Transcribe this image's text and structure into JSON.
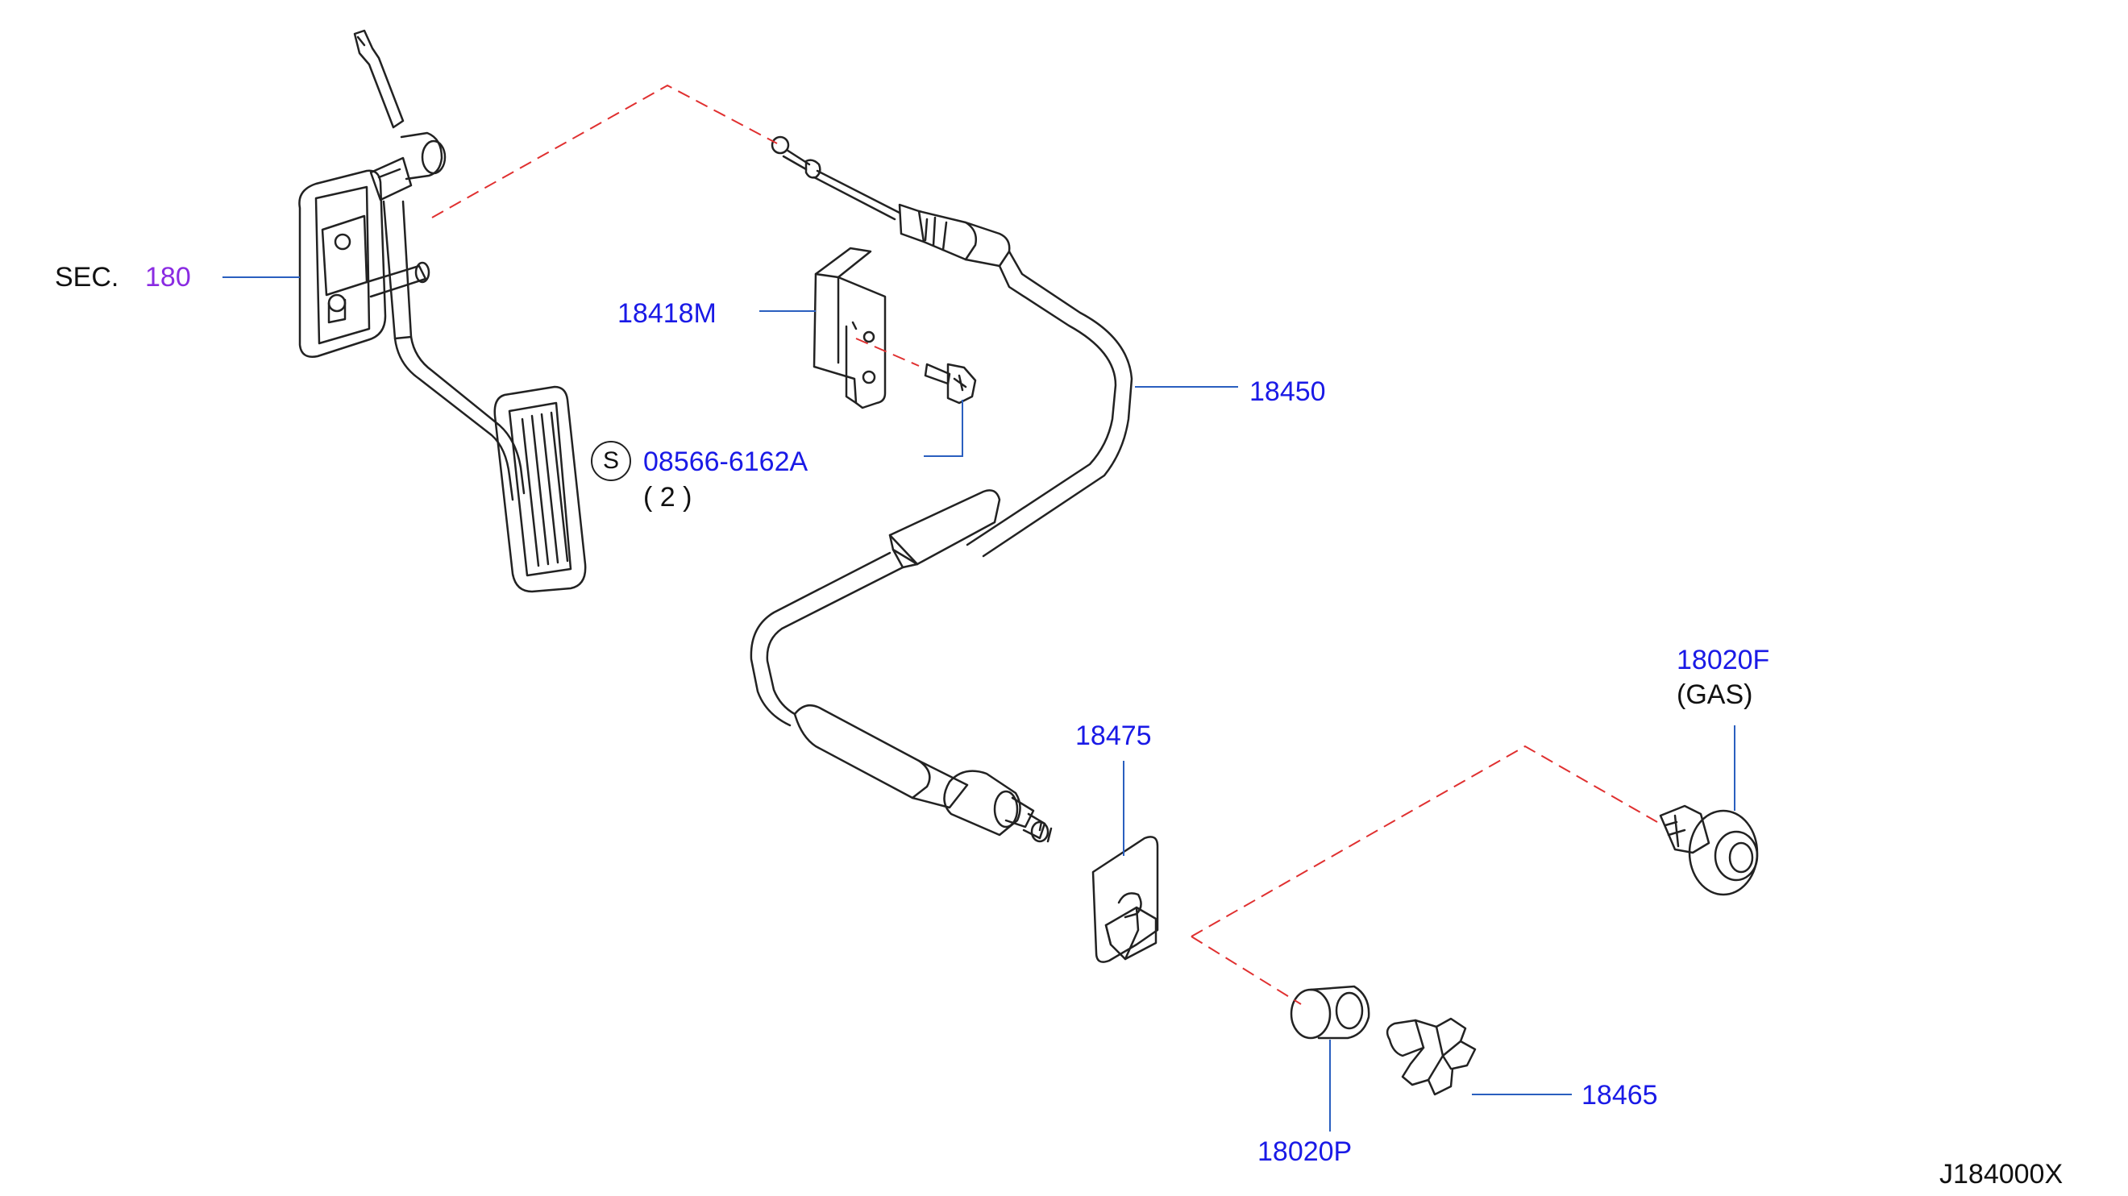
{
  "diagram": {
    "sec_prefix": "SEC.",
    "sec_number": "180",
    "parts": [
      {
        "id": "18418M"
      },
      {
        "id": "18450"
      },
      {
        "id": "08566-6162A",
        "qty": "( 2 )",
        "symbol": "S"
      },
      {
        "id": "18020F",
        "note": "(GAS)"
      },
      {
        "id": "18475"
      },
      {
        "id": "18465"
      },
      {
        "id": "18020P"
      }
    ],
    "diagram_code": "J184000X"
  },
  "colors": {
    "part_number": "#1a1ae6",
    "section_ref": "#8a2be2",
    "leader_line": "#2a5fbf",
    "alignment_dash": "#e03030",
    "drawing": "#222222"
  }
}
